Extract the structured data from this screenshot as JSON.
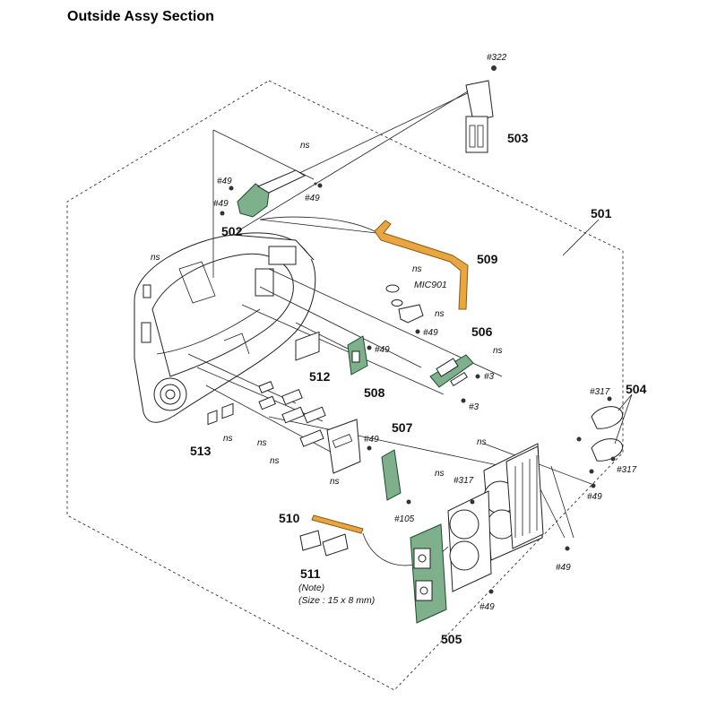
{
  "title": "Outside Assy Section",
  "parts": [
    {
      "id": "p501",
      "label": "501"
    },
    {
      "id": "p502",
      "label": "502"
    },
    {
      "id": "p503",
      "label": "503"
    },
    {
      "id": "p504",
      "label": "504"
    },
    {
      "id": "p505",
      "label": "505"
    },
    {
      "id": "p506",
      "label": "506"
    },
    {
      "id": "p507",
      "label": "507"
    },
    {
      "id": "p508",
      "label": "508"
    },
    {
      "id": "p509",
      "label": "509"
    },
    {
      "id": "p510",
      "label": "510"
    },
    {
      "id": "p511",
      "label": "511"
    },
    {
      "id": "p512",
      "label": "512"
    },
    {
      "id": "p513",
      "label": "513"
    }
  ],
  "labels": {
    "s322": "#322",
    "s49": "#49",
    "s3": "#3",
    "s317": "#317",
    "s105": "#105",
    "ns": "ns",
    "mic": "MIC901",
    "note": "(Note)",
    "size": "(Size : 15 x 8 mm)"
  },
  "colors": {
    "pcb": "#7fb08c",
    "flex_cable": "#e9a640"
  }
}
